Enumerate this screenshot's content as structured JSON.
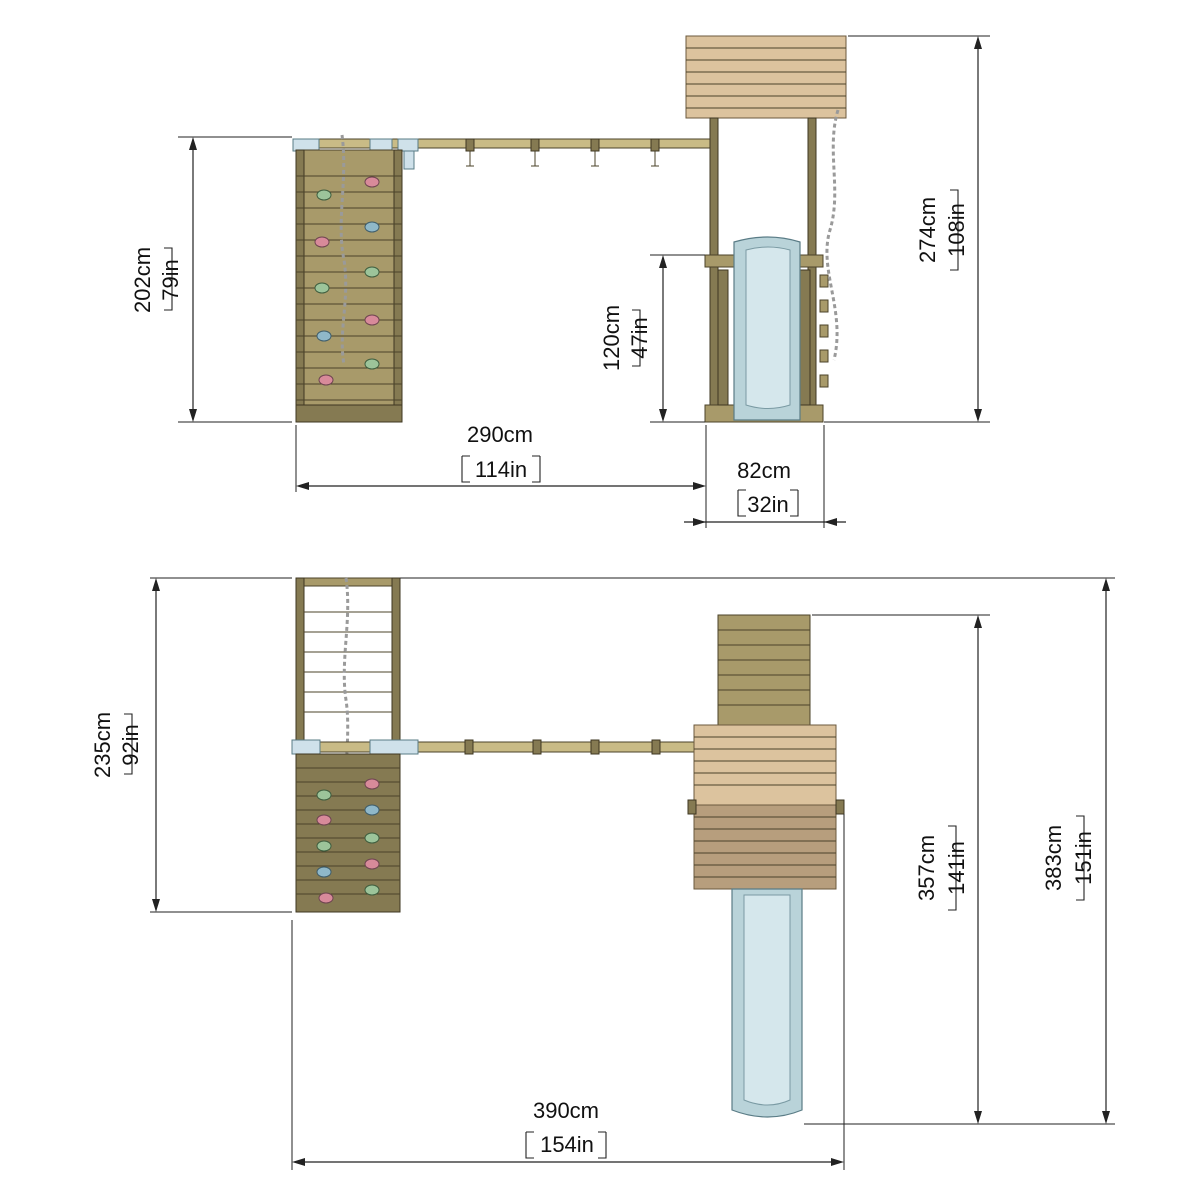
{
  "views": {
    "front": {
      "dimensions": {
        "height_wall": {
          "metric": "202cm",
          "imperial": "79in"
        },
        "height_tower": {
          "metric": "274cm",
          "imperial": "108in"
        },
        "height_platform": {
          "metric": "120cm",
          "imperial": "47in"
        },
        "width_swing": {
          "metric": "290cm",
          "imperial": "114in"
        },
        "width_tower": {
          "metric": "82cm",
          "imperial": "32in"
        }
      }
    },
    "top": {
      "dimensions": {
        "depth_wall": {
          "metric": "235cm",
          "imperial": "92in"
        },
        "depth_slide": {
          "metric": "357cm",
          "imperial": "141in"
        },
        "depth_total": {
          "metric": "383cm",
          "imperial": "151in"
        },
        "width_total": {
          "metric": "390cm",
          "imperial": "154in"
        }
      }
    }
  },
  "colors": {
    "wood": "#a89a6a",
    "roof": "#dcc39e",
    "slide": "#b9d3d9",
    "line": "#222222"
  }
}
